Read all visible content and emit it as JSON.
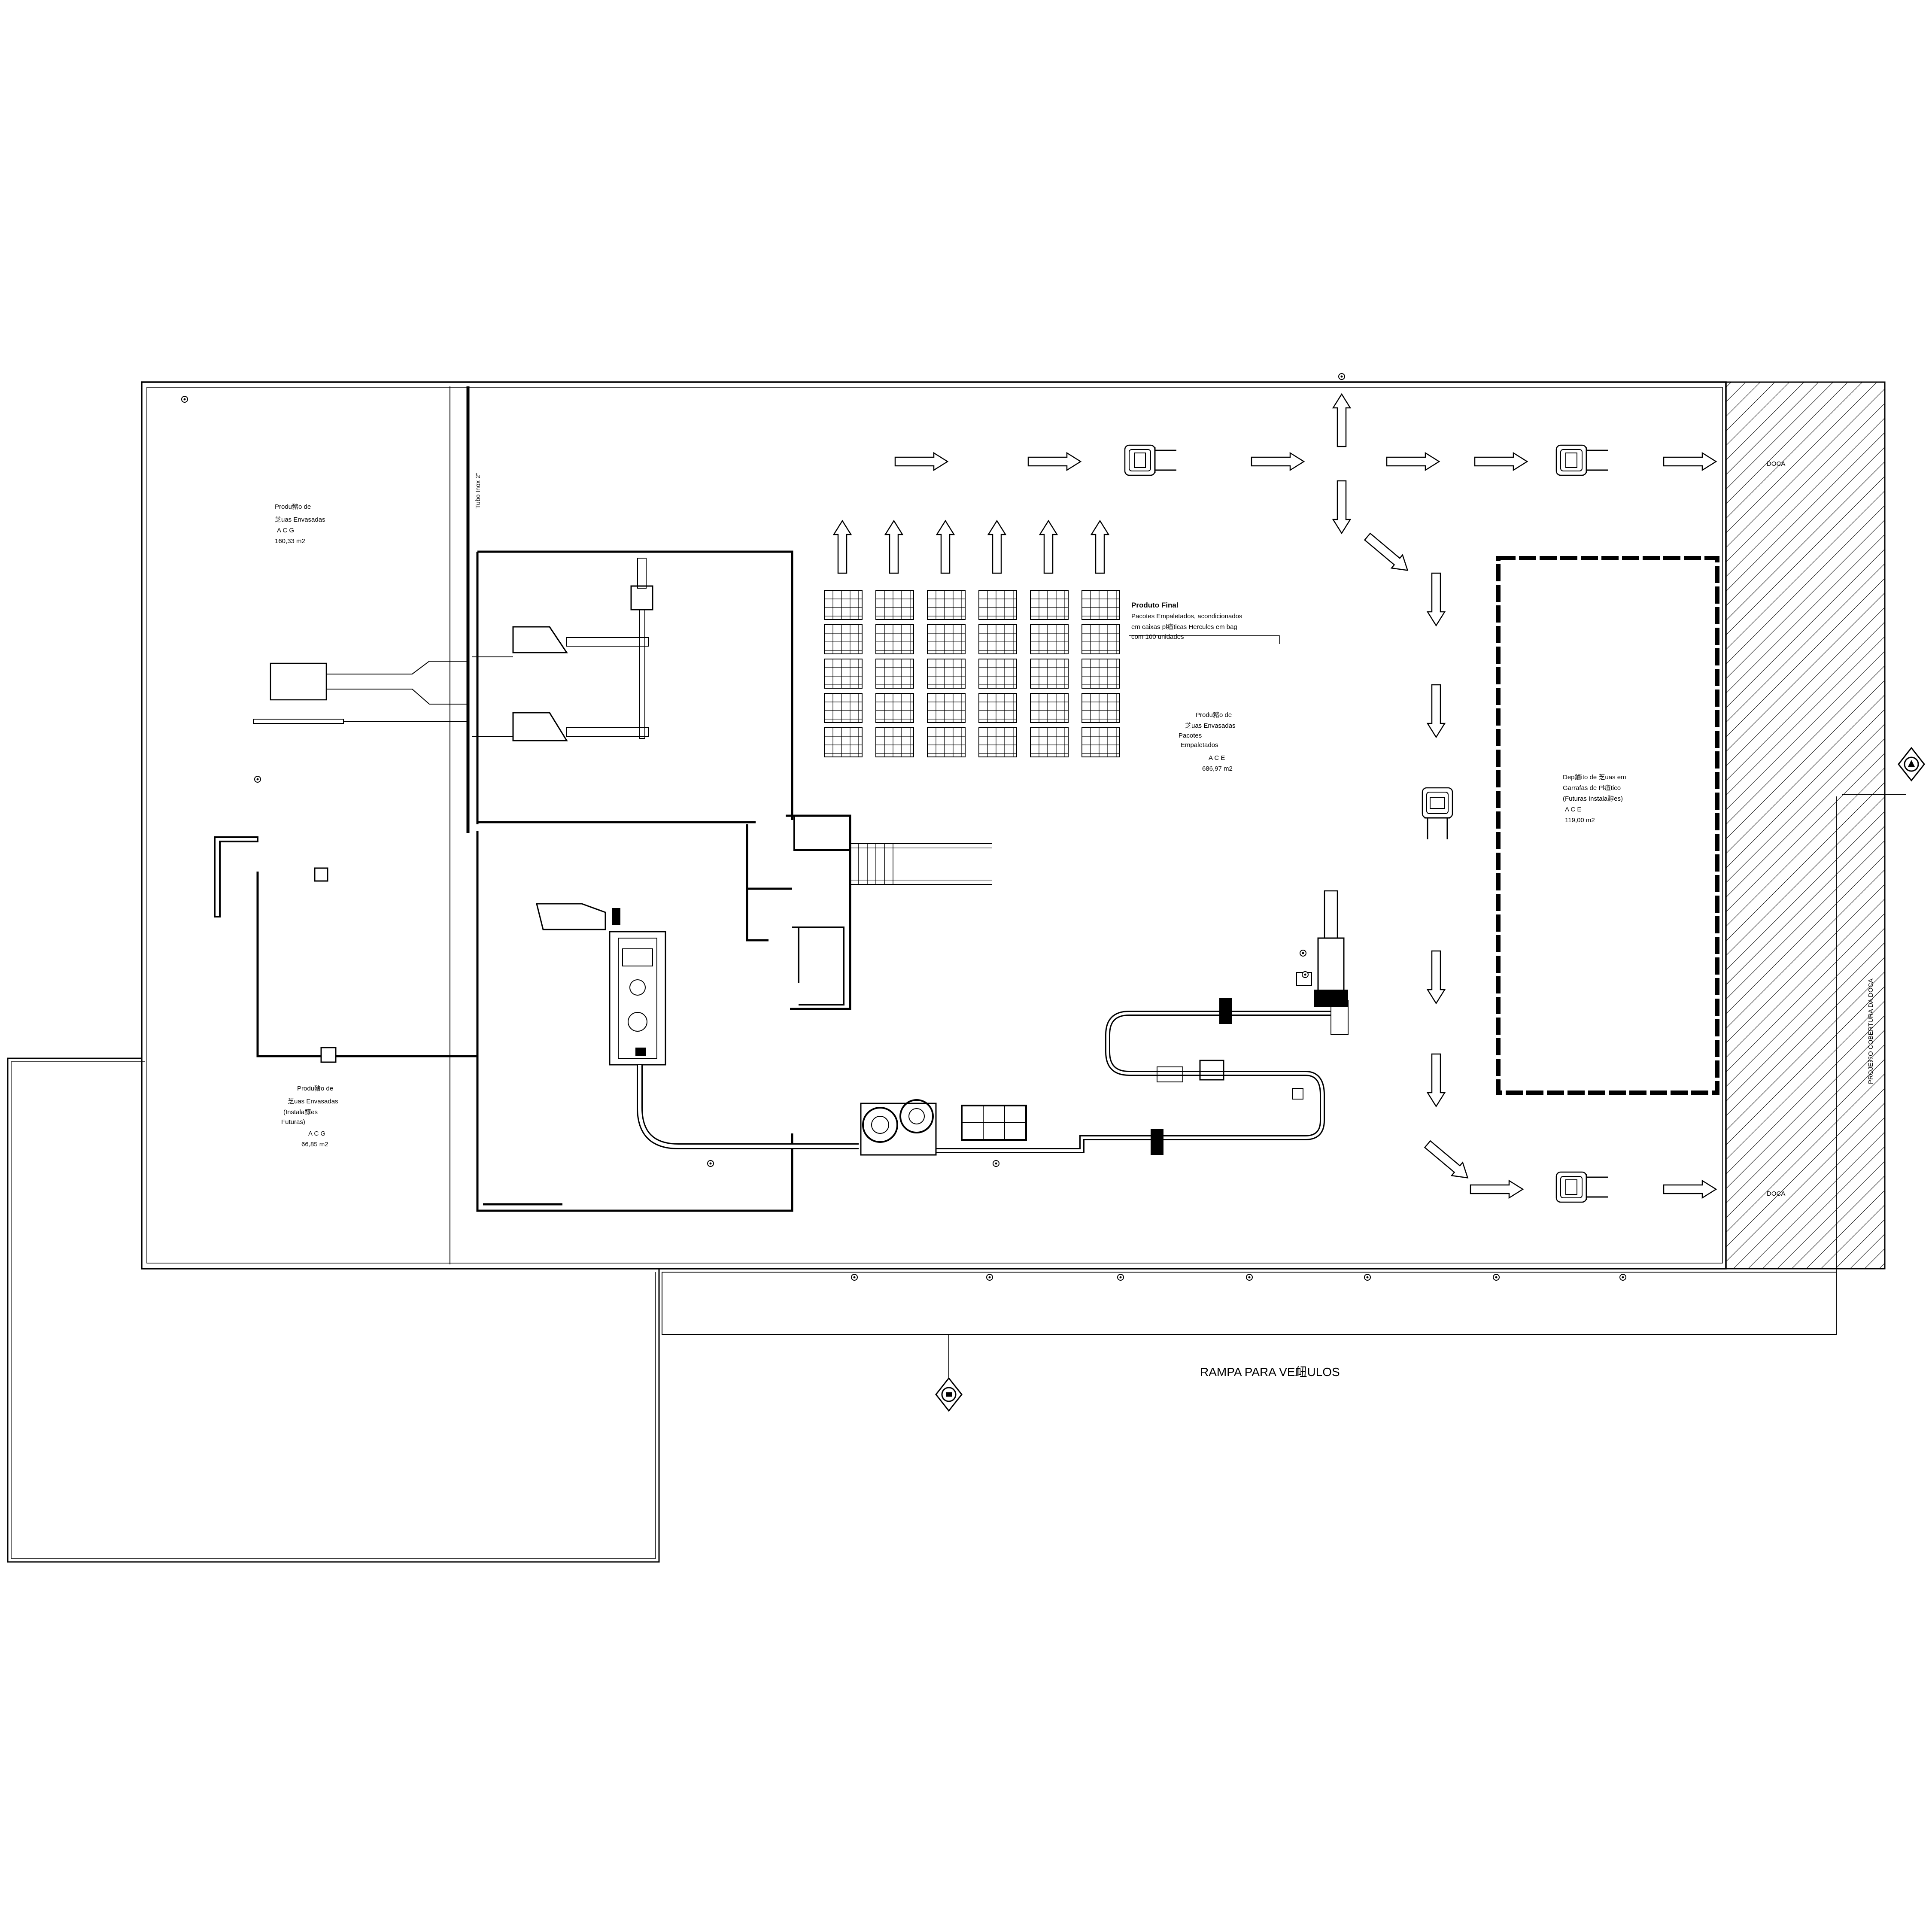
{
  "labels": {
    "zone_top_left": [
      "Produ豬o de",
      "芝uas Envasadas",
      "A C G",
      "160,33 m2"
    ],
    "zone_bottom_left": [
      "Produ豬o de",
      "芝uas Envasadas",
      "(Instala醇es",
      "Futuras)",
      "A C G",
      "66,85 m2"
    ],
    "zone_center": [
      "Produ豬o de",
      "芝uas Envasadas",
      "Pacotes",
      "Empaletados",
      "A C E",
      "686,97 m2"
    ],
    "zone_deposit": [
      "Dep鏀ito de 芝uas em",
      "Garrafas de Pl疽tico",
      "(Futuras Instala醇es)",
      "A C E",
      "119,00 m2"
    ],
    "final_product": [
      "Produto Final",
      "Pacotes Empaletados, acondicionados",
      "em caixas pl疽ticas Hercules em bag",
      "com 100 unidades"
    ],
    "tube": "Tubo Inox 2\"",
    "dock_top": "DOCA",
    "dock_bottom": "DOCA",
    "ramp": "RAMPA PARA VE衄ULOS",
    "dock_projection": "PROJEﾇﾃO COBERTURA DA DOCA"
  },
  "icons": [
    "forklift-icon",
    "flow-arrow-icon",
    "section-marker-icon",
    "pallet-grid-icon",
    "column-marker-icon"
  ]
}
